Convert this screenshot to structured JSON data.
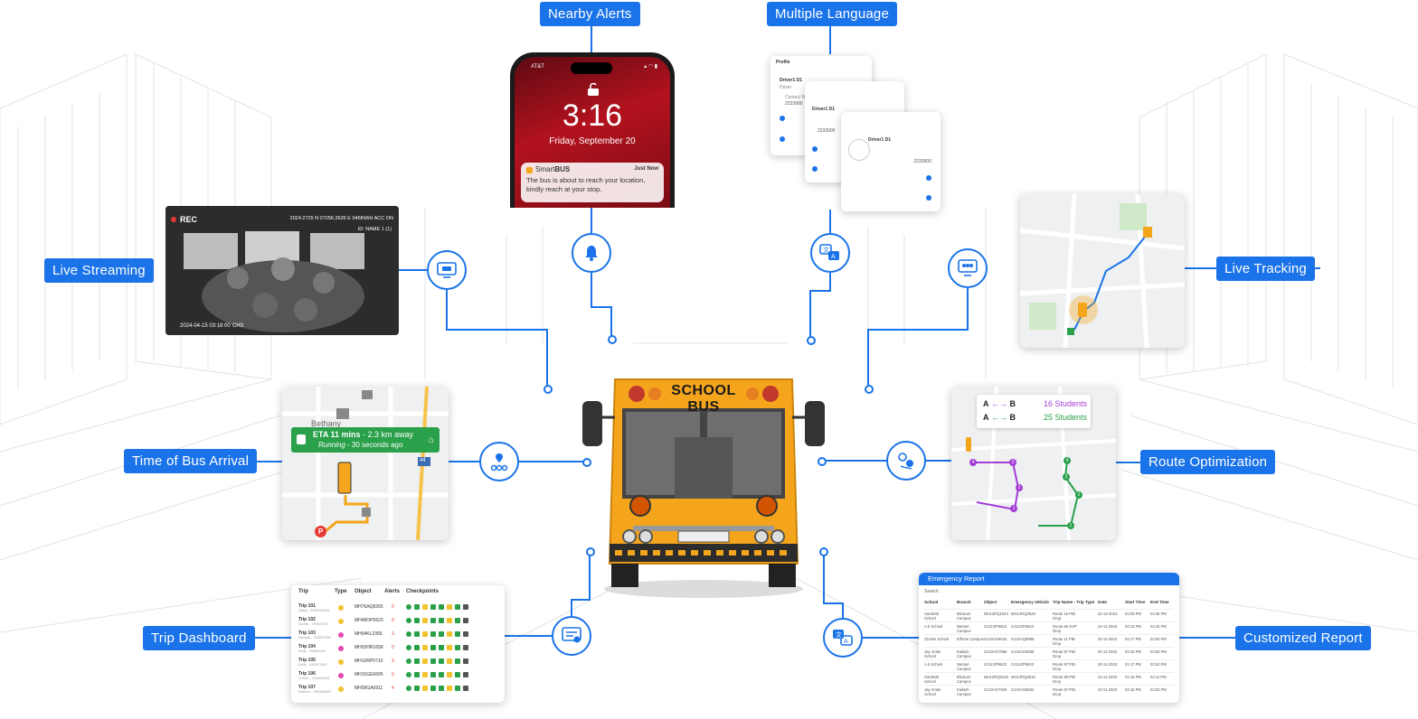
{
  "labels": {
    "nearby_alerts": "Nearby Alerts",
    "multiple_language": "Multiple Language",
    "live_streaming": "Live Streaming",
    "live_tracking": "Live Tracking",
    "time_of_bus_arrival": "Time of Bus Arrival",
    "route_optimization": "Route Optimization",
    "trip_dashboard": "Trip Dashboard",
    "customized_report": "Customized Report"
  },
  "phone": {
    "carrier": "AT&T",
    "time": "3:16",
    "date": "Friday, September 20",
    "notification": {
      "app_prefix": "Smart",
      "app_suffix": "BUS",
      "when": "Just Now",
      "message": "The bus is about to reach your location, kindly reach at your stop."
    }
  },
  "streaming": {
    "rec": "REC",
    "overlay_top": "2024.2725 N 07256.2626 E 046KM/H ACC ON",
    "overlay_sub": "ID: NAME 1 (1)",
    "timestamp": "2024-04-15 03:18:00",
    "channel": "CH3"
  },
  "language": {
    "profile": "Profile",
    "driver_name": "Driver1 D1",
    "driver_role": "Driver",
    "contact": "Contact N",
    "phone": "2233900",
    "driver_name_2": "Driver1 D1",
    "driver_name_3": "Driver1 D1"
  },
  "eta": {
    "place": "Bethany",
    "title": "ETA 11 mins",
    "distance": "2.3 km away",
    "status": "Running",
    "ago": "30 seconds ago",
    "parking": "P",
    "highway": "44"
  },
  "route": {
    "from": "A",
    "to": "B",
    "r1": "16 Students",
    "r2": "25 Students",
    "colors": {
      "purple": "#a43bd6",
      "green": "#2aa04a"
    },
    "purple_stops": [
      "4",
      "3",
      "2",
      "1"
    ],
    "green_stops": [
      "4",
      "3",
      "2",
      "1"
    ]
  },
  "bus": {
    "sign": "SCHOOL BUS"
  },
  "trip": {
    "headers": [
      "Trip",
      "Type",
      "Object",
      "Alerts",
      "Checkpoints"
    ],
    "rows": [
      {
        "trip": "Trip 101",
        "sub": "Stateji - R0R6024014",
        "object": "MH76AQ8265",
        "alerts": "0",
        "type_color": "#f2c230"
      },
      {
        "trip": "Trip 102",
        "sub": "Suresh - VR8371571",
        "object": "MH48OP5623",
        "alerts": "0",
        "type_color": "#f2c230"
      },
      {
        "trip": "Trip 103",
        "sub": "Ramesh - VR8371559",
        "object": "MH04KL2356",
        "alerts": "3",
        "type_color": "#e24bb0"
      },
      {
        "trip": "Trip 104",
        "sub": "Rohit - 756881290",
        "object": "MH03HR1658",
        "alerts": "0",
        "type_color": "#e24bb0"
      },
      {
        "trip": "Trip 105",
        "sub": "Rohit - 1003079340",
        "object": "MH10RP0710",
        "alerts": "3",
        "type_color": "#f2c230"
      },
      {
        "trip": "Trip 106",
        "sub": "Umesh - 7852883461",
        "object": "MH15GE0695",
        "alerts": "0",
        "type_color": "#e24bb0"
      },
      {
        "trip": "Trip 107",
        "sub": "Mahesh - 7852883487",
        "object": "MH09GA6911",
        "alerts": "4",
        "type_color": "#f2c230"
      }
    ]
  },
  "report": {
    "title": "Emergency Report",
    "search": "Search",
    "headers": [
      "School",
      "Branch",
      "Object",
      "Emergency Vehicle",
      "Trip Name - Trip Type",
      "Date",
      "Start Time",
      "End Time"
    ],
    "rows": [
      [
        "Sanskriti School",
        "Bhukum Campus",
        "MH12RQ1923",
        "MH12RQ0529",
        "Route 16 PIB Drop",
        "22-12-2023",
        "03:09 PM",
        "04:30 PM"
      ],
      [
        "A.b School",
        "Narsari Campus",
        "GJ11OP5623",
        "GJ11OP5623",
        "Route 86 SVP Drop",
        "22-11-2023",
        "03:13 PM",
        "04:15 PM"
      ],
      [
        "Glories School",
        "Elfonte Campus",
        "GJ10AG6543",
        "GJ10AQ8989",
        "Route 11 PIB Drop",
        "20-11-2023",
        "01:17 PM",
        "02:50 PM"
      ],
      [
        "Jay Ambe School",
        "Kailash Campus",
        "GJ10AG7865",
        "GJ10AG6655",
        "Route 87 PIB Drop",
        "20-11-2023",
        "02:15 PM",
        "03:50 PM"
      ],
      [
        "A.b School",
        "Narsari Campus",
        "GJ11OP5623",
        "GJ11OP5623",
        "Route 87 PIB Drop",
        "20-11-2023",
        "01:17 PM",
        "02:50 PM"
      ],
      [
        "Sanskriti School",
        "Bhukum Campus",
        "MH12RQ8129",
        "MH12RQ0516",
        "Route 89 PIB Drop",
        "24-11-2023",
        "01:15 PM",
        "02:11 PM"
      ],
      [
        "Jay Ambe School",
        "Kailash Campus",
        "GJ10AG7825",
        "GJ10AG6552",
        "Route 87 PIB Drop",
        "23-11-2023",
        "02:15 PM",
        "02:53 PM"
      ]
    ]
  },
  "colors": {
    "accent": "#1a73e8",
    "bus_yellow": "#f4a51c"
  }
}
